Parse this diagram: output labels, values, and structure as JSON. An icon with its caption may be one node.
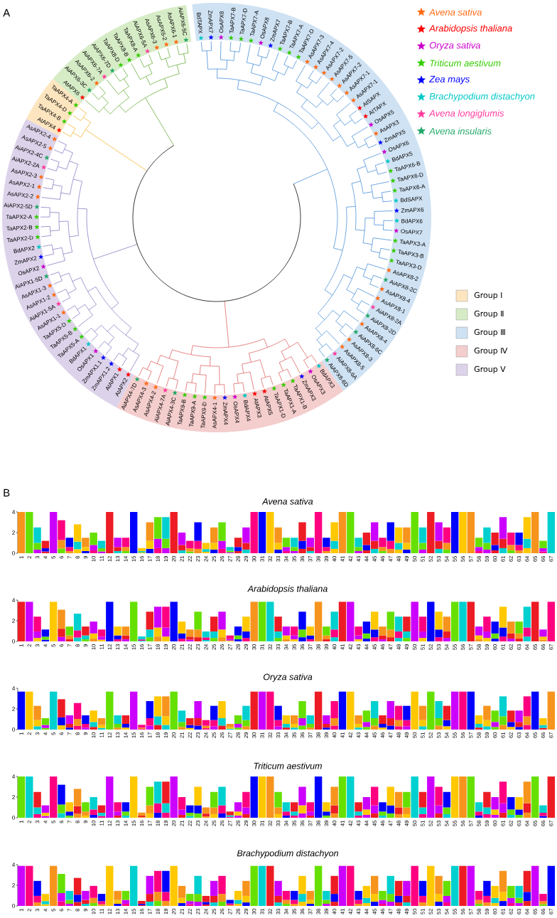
{
  "diagram": {
    "nodes": [
      {
        "text": [
          "AtAPX4",
          "TaAPX4-B",
          "TaAPX4-D",
          "TaAPX4-A"
        ]
      },
      {
        "text": [
          "AtAPX6",
          "AiAPX6-3C",
          "AsAPX6-2",
          "AiAPX6-7A",
          "AiAPX6-7D",
          "TaAPX8-D",
          "TaAPX8-B",
          "TaAPX8-A",
          "AiAPX6-5A",
          "AsAPX6-3",
          "AsAPX6-2",
          "AsAPX6-1",
          "AiAPX6-5C"
        ]
      },
      {
        "text": [
          "BdTAPX",
          "ZmAPX7",
          "OsAPX8",
          "TaAPX7-B",
          "TaAPX7-D",
          "TaAPX7-A",
          "OsAPX8",
          "ZmAPX7",
          "TaAPX7-B",
          "TaAPX7-A",
          "TaAPX7-D",
          "AsAPX7-3",
          "AsAPX7-4",
          "AsAPX7-2",
          "AsAPX7-5",
          "AsAPX7-2",
          "AsAPX7-1",
          "AsAPX7-1",
          "AtSAPX",
          "AtTAPX",
          "OsAPX5",
          "AsAPX3",
          "ZmAPX5",
          "OsAPX6",
          "BdAPX5",
          "TaAPX6-B",
          "TaAPX6-D",
          "TaAPX6-A",
          "BdSAPX",
          "ZmAPX6",
          "BdAPX6",
          "OsAPX7",
          "TaAPX3-A",
          "TaAPX3-B",
          "TaAPX3-D",
          "AsAPX8-2",
          "AiAPX8-2C",
          "AsAPX8-4",
          "AsAPX8-1",
          "AiAPX8-2A",
          "AiAPX8-2D",
          "AsAPX8-4",
          "AiAPX8-6C",
          "AsAPX8-3",
          "AsAPX8-5",
          "AiAPX8-6A",
          "AiAPX8-6D"
        ]
      },
      {
        "text": [
          "BdAPX3",
          "OsAPX3",
          "ZmAPX3",
          "TaAPX1-B",
          "TaAPX1-A",
          "TaAPX1-D",
          "AtAPX5",
          "AtAPX3",
          "BdAPX4",
          "OsAPX4",
          "ZmAPX4",
          "AsAPX4-1",
          "TaAPX9-D",
          "TaAPX9-A",
          "TaAPX9-B",
          "AiAPX4-3C",
          "AiAPX4-7A",
          "AsAPX4-2",
          "AsAPX4-3",
          "AiAPX4-7D"
        ]
      },
      {
        "text": [
          "AtAPX2",
          "AtAPX1",
          "ZmAPX1.2",
          "ZmAPX1.1",
          "OsAPX1",
          "BdAPX1",
          "TaAPX5-A",
          "TaAPX5-B",
          "TaAPX5-D",
          "AsAPX1-1",
          "AiAPX1-5A",
          "AsAPX1-2",
          "AsAPX1-3",
          "AiAPX1-5D",
          "OsAPX2",
          "ZmAPX2",
          "BdAPX2",
          "TaAPX2-D",
          "TaAPX2-B",
          "TaAPX2-A",
          "AiAPX2-5D",
          "AsAPX2-2",
          "AsAPX2-1",
          "AsAPX2-3",
          "AiAPX2-2A",
          "AiAPX2-4C",
          "AsAPX2-5",
          "AsAPX2-4"
        ]
      }
    ],
    "labels": [
      "A",
      "B",
      "Avena sativa",
      "4",
      "2",
      "0",
      "1",
      "2",
      "3",
      "4",
      "5",
      "6",
      "7",
      "8",
      "9",
      "10",
      "11",
      "12",
      "13",
      "14",
      "15",
      "16",
      "17",
      "18",
      "19",
      "20",
      "21",
      "22",
      "23",
      "24",
      "25",
      "26",
      "27",
      "28",
      "29",
      "30",
      "31",
      "32",
      "33",
      "34",
      "35",
      "36",
      "37",
      "38",
      "39",
      "40",
      "41",
      "42",
      "43",
      "44",
      "45",
      "46",
      "47",
      "48",
      "49",
      "50",
      "51",
      "52",
      "53",
      "54",
      "55",
      "56",
      "57",
      "58",
      "59",
      "60",
      "61",
      "62",
      "63",
      "64",
      "65",
      "66",
      "67",
      "Arabidopsis thaliana",
      "4",
      "2",
      "0",
      "1",
      "2",
      "3",
      "4",
      "5",
      "6",
      "7",
      "8",
      "9",
      "10",
      "11",
      "12",
      "13",
      "14",
      "15",
      "16",
      "17",
      "18",
      "19",
      "20",
      "21",
      "22",
      "23",
      "24",
      "25",
      "26",
      "27",
      "28",
      "29",
      "30",
      "31",
      "32",
      "33",
      "34",
      "35",
      "36",
      "37",
      "38",
      "39",
      "40",
      "41",
      "42",
      "43",
      "44",
      "45",
      "46",
      "47",
      "48",
      "49",
      "50",
      "51",
      "52",
      "53",
      "54",
      "55",
      "56",
      "57",
      "58",
      "59",
      "60",
      "61",
      "62",
      "63",
      "64",
      "65",
      "66",
      "67",
      "Oryza sativa",
      "4",
      "2",
      "0",
      "1",
      "2",
      "3",
      "4",
      "5",
      "6",
      "7",
      "8",
      "9",
      "10",
      "11",
      "12",
      "13",
      "14",
      "15",
      "16",
      "17",
      "18",
      "19",
      "20",
      "21",
      "22",
      "23",
      "24",
      "25",
      "26",
      "27",
      "28",
      "29",
      "30",
      "31",
      "32",
      "33",
      "34",
      "35",
      "36",
      "37",
      "38",
      "39",
      "40",
      "41",
      "42",
      "43",
      "44",
      "45",
      "46",
      "47",
      "48",
      "49",
      "50",
      "51",
      "52",
      "53",
      "54",
      "55",
      "56",
      "57",
      "58",
      "59",
      "60",
      "61",
      "62",
      "63",
      "64",
      "65",
      "66",
      "67",
      "Triticum aestivum",
      "4",
      "2",
      "0",
      "1",
      "2",
      "3",
      "4",
      "5",
      "6",
      "7",
      "8",
      "9",
      "10",
      "11",
      "12",
      "13",
      "14",
      "15",
      "16",
      "17",
      "18",
      "19",
      "20",
      "21",
      "22",
      "23",
      "24",
      "25",
      "26",
      "27",
      "28",
      "29",
      "30",
      "31",
      "32",
      "33",
      "34",
      "35",
      "36",
      "37",
      "38",
      "39",
      "40",
      "41",
      "42",
      "43",
      "44",
      "45",
      "46",
      "47",
      "48",
      "49",
      "50",
      "51",
      "52",
      "53",
      "54",
      "55",
      "56",
      "57",
      "58",
      "59",
      "60",
      "61",
      "62",
      "63",
      "64",
      "65",
      "66",
      "67",
      "Brachypodium distachyon",
      "4",
      "2",
      "0",
      "1",
      "2",
      "3",
      "4",
      "5",
      "6",
      "7",
      "8",
      "9",
      "10",
      "11",
      "12",
      "13",
      "14",
      "15",
      "16",
      "17",
      "18",
      "19",
      "20",
      "21",
      "22",
      "23",
      "24",
      "25",
      "26",
      "27",
      "28",
      "29",
      "30",
      "31",
      "32",
      "33",
      "34",
      "35",
      "36",
      "37",
      "38",
      "39",
      "40",
      "41",
      "42",
      "43",
      "44",
      "45",
      "46",
      "47",
      "48",
      "49",
      "50",
      "51",
      "52",
      "53",
      "54",
      "55",
      "56",
      "57",
      "58",
      "59",
      "60",
      "61",
      "62",
      "63",
      "64",
      "65",
      "66",
      "67"
    ],
    "legend": [
      {
        "text": "Avena sativa",
        "color": "#ff6a13"
      },
      {
        "text": "Arabidopsis thaliana",
        "color": "#ff0000"
      },
      {
        "text": "Oryza sativa",
        "color": "#cc00cc"
      },
      {
        "text": "Triticum aestivum",
        "color": "#33cc00"
      },
      {
        "text": "Zea mays",
        "color": "#0000ff"
      },
      {
        "text": "Brachypodium distachyon",
        "color": "#00c8c8"
      },
      {
        "text": "Avena longiglumis",
        "color": "#ff3d9e"
      },
      {
        "text": "Avena insularis",
        "color": "#1fa866"
      },
      {
        "text": "Group Ⅰ",
        "color": "#fde5bf"
      },
      {
        "text": "Group Ⅱ",
        "color": "#d6ecc6"
      },
      {
        "text": "Group Ⅲ",
        "color": "#cfe2f3"
      },
      {
        "text": "Group Ⅳ",
        "color": "#f4cdcd"
      },
      {
        "text": "Group Ⅴ",
        "color": "#dcd3ea"
      }
    ]
  }
}
